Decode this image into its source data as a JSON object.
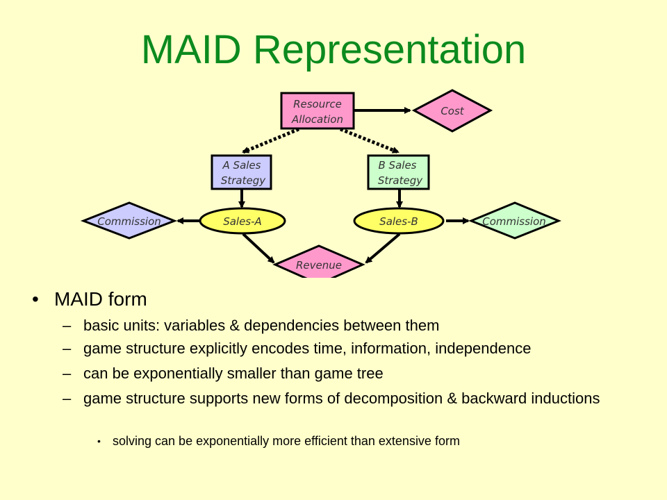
{
  "title": "MAID Representation",
  "diagram": {
    "nodes": {
      "resource_allocation": {
        "line1": "Resource",
        "line2": "Allocation",
        "shape": "decision-rectangle",
        "color": "#ff99cc"
      },
      "cost": {
        "label": "Cost",
        "shape": "utility-diamond",
        "color": "#ff99cc"
      },
      "a_sales_strategy": {
        "line1": "A Sales",
        "line2": "Strategy",
        "shape": "decision-rectangle",
        "color": "#ccccff"
      },
      "b_sales_strategy": {
        "line1": "B Sales",
        "line2": "Strategy",
        "shape": "decision-rectangle",
        "color": "#ccffcc"
      },
      "sales_a": {
        "label": "Sales-A",
        "shape": "chance-ellipse",
        "color": "#ffff66"
      },
      "sales_b": {
        "label": "Sales-B",
        "shape": "chance-ellipse",
        "color": "#ffff66"
      },
      "commission_a": {
        "label": "Commission",
        "shape": "utility-diamond",
        "color": "#ccccff"
      },
      "commission_b": {
        "label": "Commission",
        "shape": "utility-diamond",
        "color": "#ccffcc"
      },
      "revenue": {
        "label": "Revenue",
        "shape": "utility-diamond",
        "color": "#ff99cc"
      }
    },
    "edges": [
      {
        "from": "resource_allocation",
        "to": "cost",
        "style": "solid"
      },
      {
        "from": "resource_allocation",
        "to": "a_sales_strategy",
        "style": "dotted"
      },
      {
        "from": "resource_allocation",
        "to": "b_sales_strategy",
        "style": "dotted"
      },
      {
        "from": "a_sales_strategy",
        "to": "sales_a",
        "style": "solid"
      },
      {
        "from": "b_sales_strategy",
        "to": "sales_b",
        "style": "solid"
      },
      {
        "from": "sales_a",
        "to": "commission_a",
        "style": "solid"
      },
      {
        "from": "sales_b",
        "to": "commission_b",
        "style": "solid"
      },
      {
        "from": "sales_a",
        "to": "revenue",
        "style": "solid"
      },
      {
        "from": "sales_b",
        "to": "revenue",
        "style": "solid"
      }
    ]
  },
  "bullets": {
    "main": "MAID form",
    "sub": [
      "basic units: variables & dependencies between them",
      "game structure explicitly encodes time, information, independence",
      "can be exponentially smaller than game tree",
      "game structure supports new forms of decomposition & backward inductions"
    ],
    "subsub": "solving can be exponentially more efficient than extensive form",
    "bullet_glyph": "•",
    "dash_glyph": "–"
  }
}
